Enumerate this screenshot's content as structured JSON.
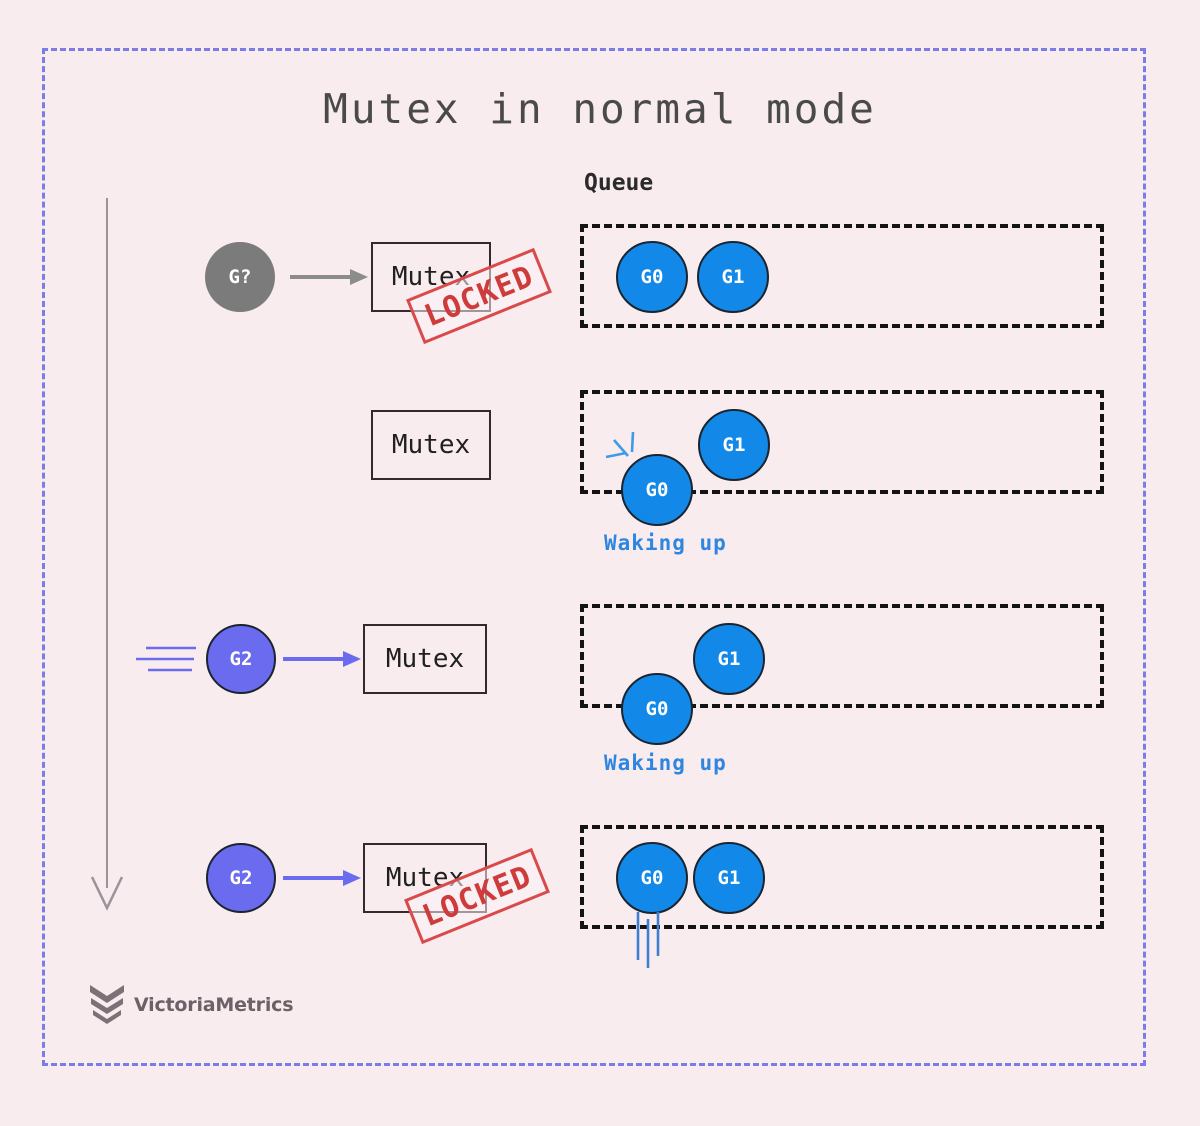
{
  "page": {
    "title": "Mutex in normal mode",
    "queue_header": "Queue",
    "background_color": "#f8ecef",
    "frame_color": "#7b7ce6"
  },
  "colors": {
    "goroutine_blue": "#1289e8",
    "goroutine_indigo": "#6b6bef",
    "goroutine_gray": "#7b7b7b",
    "locked_red": "#cf3b3b",
    "waking_blue": "#2f86e0",
    "timeline_gray": "#9b9399",
    "queue_border": "#141414"
  },
  "timeline": {
    "icon": "down-arrow-icon",
    "direction": "downward"
  },
  "rows": [
    {
      "id": "row-1",
      "actor": {
        "label": "G?",
        "color": "gray"
      },
      "arrow": {
        "color": "gray",
        "icon": "right-arrow-icon"
      },
      "mutex": {
        "label": "Mutex",
        "locked": true,
        "stamp_label": "LOCKED"
      },
      "queue": {
        "items": [
          {
            "label": "G0",
            "state": "queued"
          },
          {
            "label": "G1",
            "state": "queued"
          }
        ]
      },
      "annotation": null
    },
    {
      "id": "row-2",
      "actor": null,
      "arrow": null,
      "mutex": {
        "label": "Mutex",
        "locked": false,
        "stamp_label": null
      },
      "queue": {
        "items": [
          {
            "label": "G0",
            "state": "waking"
          },
          {
            "label": "G1",
            "state": "queued"
          }
        ]
      },
      "annotation": {
        "label": "Waking up",
        "icon": "spark-lines-icon"
      }
    },
    {
      "id": "row-3",
      "actor": {
        "label": "G2",
        "color": "indigo",
        "icon": "speed-lines-icon"
      },
      "arrow": {
        "color": "indigo",
        "icon": "right-arrow-icon"
      },
      "mutex": {
        "label": "Mutex",
        "locked": false,
        "stamp_label": null
      },
      "queue": {
        "items": [
          {
            "label": "G0",
            "state": "waking"
          },
          {
            "label": "G1",
            "state": "queued"
          }
        ]
      },
      "annotation": {
        "label": "Waking up",
        "icon": null
      }
    },
    {
      "id": "row-4",
      "actor": {
        "label": "G2",
        "color": "indigo",
        "icon": null
      },
      "arrow": {
        "color": "indigo",
        "icon": "right-arrow-icon"
      },
      "mutex": {
        "label": "Mutex",
        "locked": true,
        "stamp_label": "LOCKED"
      },
      "queue": {
        "items": [
          {
            "label": "G0",
            "state": "requeued"
          },
          {
            "label": "G1",
            "state": "queued"
          }
        ]
      },
      "annotation": {
        "label": null,
        "icon": "drop-motion-lines-icon"
      }
    }
  ],
  "logo": {
    "name": "VictoriaMetrics",
    "icon": "victoriametrics-chevron-logo"
  }
}
